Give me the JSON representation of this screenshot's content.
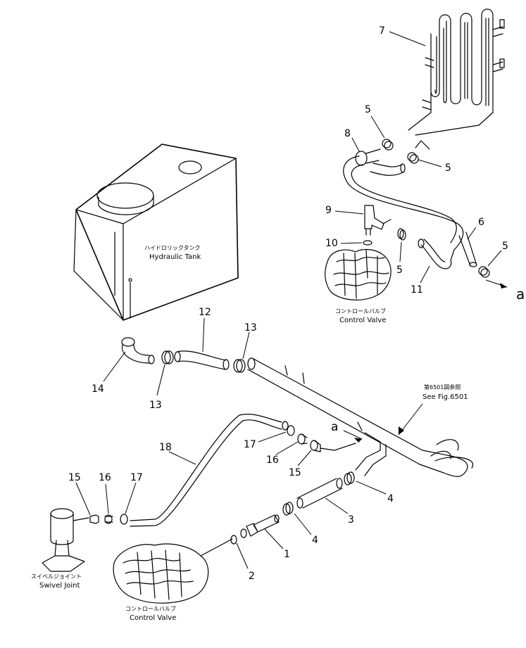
{
  "labels": {
    "hydraulic_tank_jp": "ハイドロリックタンク",
    "hydraulic_tank_en": "Hydraulic Tank",
    "control_valve_top_jp": "コントロールバルブ",
    "control_valve_top_en": "Control Valve",
    "control_valve_bottom_jp": "コントロールバルブ",
    "control_valve_bottom_en": "Control Valve",
    "swivel_joint_jp": "スイベルジョイント",
    "swivel_joint_en": "Swivel Joint",
    "see_fig_jp": "第6501図参照",
    "see_fig_en": "See Fig.6501",
    "connector_a_right": "a",
    "connector_a_left": "a"
  },
  "callouts": {
    "p1": "1",
    "p2": "2",
    "p3": "3",
    "p4a": "4",
    "p4b": "4",
    "p5a": "5",
    "p5b": "5",
    "p5c": "5",
    "p5d": "5",
    "p6": "6",
    "p7": "7",
    "p8": "8",
    "p9": "9",
    "p10": "10",
    "p11": "11",
    "p12": "12",
    "p13a": "13",
    "p13b": "13",
    "p14": "14",
    "p15a": "15",
    "p15b": "15",
    "p16a": "16",
    "p16b": "16",
    "p17a": "17",
    "p17b": "17",
    "p18": "18"
  }
}
